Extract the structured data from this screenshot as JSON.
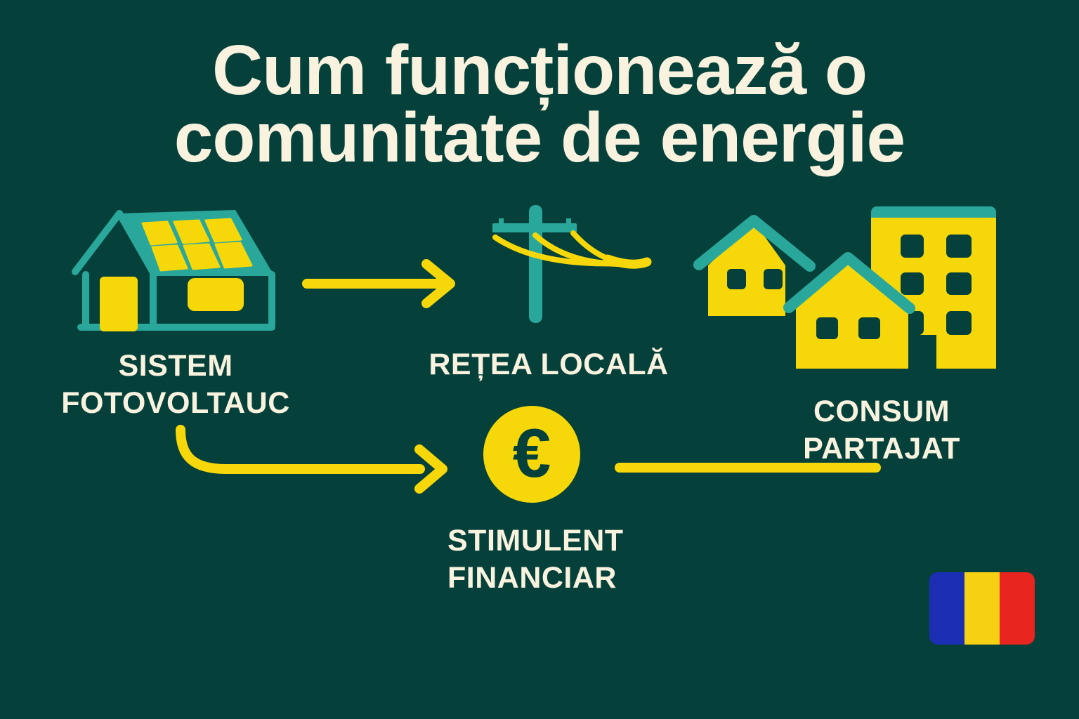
{
  "title": {
    "line1": "Cum funcționează o",
    "line2": "comunitate de energie"
  },
  "flow": {
    "solar_system": {
      "label_line1": "SISTEM",
      "label_line2": "FOTOVOLTAUC"
    },
    "local_grid": {
      "label": "REȚEA LOCALĂ"
    },
    "shared_consumption": {
      "label_line1": "CONSUM",
      "label_line2": "PARTAJAT"
    },
    "financial_incentive": {
      "label_line1": "STIMULENT",
      "label_line2": "FINANCIAR",
      "symbol": "€"
    }
  },
  "icons": {
    "solar_system": "solar-house-icon",
    "local_grid": "power-pole-icon",
    "shared_consumption": "houses-buildings-icon",
    "financial_incentive": "euro-coin-icon",
    "flag": "romania-flag-icon"
  },
  "colors": {
    "background": "#05413A",
    "icon_teal": "#2AA79B",
    "icon_yellow": "#F6D80A",
    "text_cream": "#F8F2DF",
    "flag_blue": "#1C2FB4",
    "flag_yellow": "#F6D013",
    "flag_red": "#E8251E"
  }
}
